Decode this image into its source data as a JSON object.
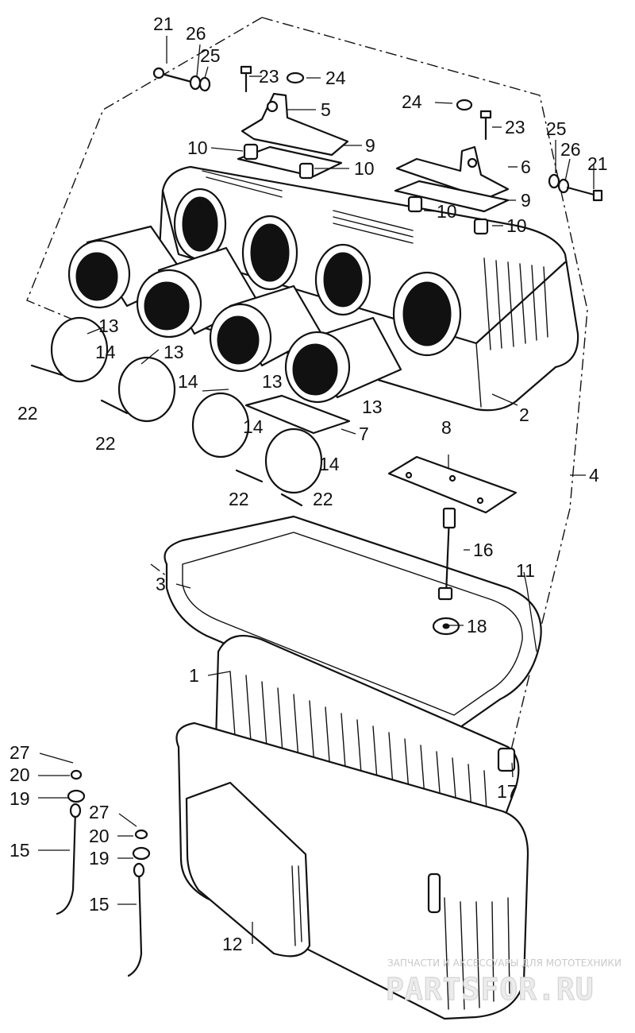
{
  "callouts": {
    "c21a": "21",
    "c26a": "26",
    "c25a": "25",
    "c23a": "23",
    "c24a": "24",
    "c5": "5",
    "c10a": "10",
    "c9a": "9",
    "c10b": "10",
    "c24b": "24",
    "c23b": "23",
    "c25b": "25",
    "c26b": "26",
    "c21b": "21",
    "c6": "6",
    "c9b": "9",
    "c10c": "10",
    "c10d": "10",
    "c13a": "13",
    "c14a": "14",
    "c13b": "13",
    "c14b": "14",
    "c13c": "13",
    "c13d": "13",
    "c22a": "22",
    "c22b": "22",
    "c2": "2",
    "c14c": "14",
    "c7": "7",
    "c14d": "14",
    "c22c": "22",
    "c22d": "22",
    "c8": "8",
    "c4": "4",
    "c16": "16",
    "c11": "11",
    "c3": "3",
    "c18": "18",
    "c1": "1",
    "c17": "17",
    "c27a": "27",
    "c20a": "20",
    "c19a": "19",
    "c27b": "27",
    "c20b": "20",
    "c19b": "19",
    "c15a": "15",
    "c15b": "15",
    "c12": "12"
  },
  "watermark": {
    "tagline": "ЗАПЧАСТИ И АКСЕССУАРЫ ДЛЯ МОТОТЕХНИКИ",
    "brand": "PARTSFOR.RU"
  }
}
